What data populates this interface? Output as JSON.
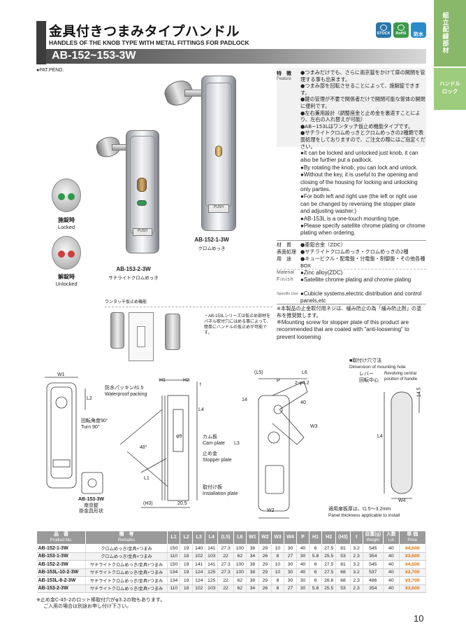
{
  "header": {
    "title_jp": "金具付きつまみタイプハンドル",
    "title_en": "HANDLES OF THE KNOB TYPE WITH METAL FITTINGS FOR PADLOCK",
    "model": "AB-152~153-3W",
    "badges": [
      "STOCK",
      "RoHS",
      "防水"
    ]
  },
  "side": {
    "category": "組立配線部材",
    "subcategory_1": "ハンドル",
    "subcategory_2": "ロック"
  },
  "patent": "●PAT.PEND.",
  "photos": {
    "locked_jp": "施錠時",
    "locked_en": "Locked",
    "unlocked_jp": "解錠時",
    "unlocked_en": "Unlocked",
    "model_a": "AB-153-2-3W",
    "model_a_finish": "サチライトクロムめっき",
    "model_b": "AB-152-1-3W",
    "model_b_finish": "クロムめっき",
    "push_text": "PUSH"
  },
  "features": {
    "label_jp": "特　徴",
    "label_en": "Feature",
    "jp": [
      "●つまみだけでも、さらに南京錠をかけて扉の開閉を管理する事も出来ます。",
      "●つまみ部を回転させることによって、施解錠できます。",
      "●鍵の管理が不要で関係者だけで開閉可能な筐体の開閉に便利です。",
      "●左右兼用設計（調整座金と止め金を裏返すことにより、左右の入れ替えが可能）",
      "●AB−153Lはワンタッチ仮止め機能タイプです。",
      "●サチライトクロムめっきとクロムめっきの2種類で表面処理をしておりますので、ご注文の際にはご指定ください。"
    ],
    "en": [
      "●It can be locked and unlocked just knob, it can also be further put a padlock.",
      "●By rotating the knob, you can lock and unlock.",
      "●Without the key, it is useful to the opening and closing of the housing for locking and unlocking only parties.",
      "●For both left and right use (the left or right use can be changed by reversing the stopper plate and adjusting washer.)",
      "●AB-153L is a one-touch mounting type.",
      "●Please specify satellite chrome plating or chrome plating when ordering."
    ]
  },
  "materials": {
    "material_label": "材　質",
    "material_jp": "●亜鉛合金（ZDC）",
    "finish_label": "表面処理",
    "finish_jp": "●サチライトクロムめっき・クロムめっきの2種",
    "use_label": "用　途",
    "use_jp": "●キュービクル・配電盤・分電盤・制御盤・その他各種BOX",
    "material_label_en": "Material",
    "material_en": "●Zinc alloy(ZDC)",
    "finish_label_en": "Finish",
    "finish_en": "●Satellite chrome plating and chrome plating",
    "use_label_en": "Specific Use",
    "use_en": "●Cubicle systems,electric distribution and control panels,etc"
  },
  "notes": {
    "screw_jp": "※本製品の止金取付用ネジは、緩み防止の為「緩み防止剤」の塗布を推奨致します。",
    "screw_en": "※Mounting screw for stopper plate of this product are recommended that are coated with \"anti-loosening\" to prevent loosening"
  },
  "onetouch": {
    "title": "ワンタッチ仮止め機能",
    "note": "・AB-153Lシリーズは仮止め部材をパネル取付穴にはめる事によって、簡単にハンドルの仮止めが可能です。"
  },
  "drawing": {
    "waterproof_jp": "防水パッキン/t1.5",
    "waterproof_en": "Waterproof packing",
    "rotation_jp": "回転角度90°",
    "rotation_en": "Turn 90°",
    "cam_jp": "カム板",
    "cam_en": "Cam plate",
    "stopper_jp": "止め金",
    "stopper_en": "Stopper plate",
    "install_jp": "取付け板",
    "install_en": "Installation plate",
    "padlock_model": "AB-153-3W",
    "padlock_jp1": "南京錠",
    "padlock_jp2": "掛金具形状",
    "angle": "48°",
    "dim_205": "20.5",
    "dim_phi42": "2-φ4.2",
    "dim_40": "40",
    "dim_14": "14",
    "dim_145": "14.5",
    "dim_phi9": "φ9",
    "mount_title_jp": "■取付け穴寸法",
    "mount_title_en": "Dimension of mounting hole",
    "lever_jp": "レバー",
    "lever_jp2": "回転中心",
    "revolving_en": "Revolving central position of handle",
    "panel_jp": "適用扉板厚は、t1.5〜3.2mm",
    "panel_en": "Panel thickness applicable to install",
    "labels": {
      "w1": "W1",
      "h1": "H1",
      "h2": "H2",
      "t": "t",
      "l2": "L2",
      "l1": "L1",
      "h3": "(H3)",
      "l5": "(L5)",
      "l6": "L6",
      "p": "P",
      "w3": "W3",
      "l3": "L3",
      "w2": "W2",
      "l4": "L4",
      "w4": "W4"
    }
  },
  "table": {
    "headers": [
      {
        "jp": "品　番",
        "en": "Product No."
      },
      {
        "jp": "備　考",
        "en": "Remarks"
      },
      {
        "jp": "L1",
        "en": ""
      },
      {
        "jp": "L2",
        "en": ""
      },
      {
        "jp": "L3",
        "en": ""
      },
      {
        "jp": "L4",
        "en": ""
      },
      {
        "jp": "(L5)",
        "en": ""
      },
      {
        "jp": "L6",
        "en": ""
      },
      {
        "jp": "W1",
        "en": ""
      },
      {
        "jp": "W2",
        "en": ""
      },
      {
        "jp": "W3",
        "en": ""
      },
      {
        "jp": "W4",
        "en": ""
      },
      {
        "jp": "P",
        "en": ""
      },
      {
        "jp": "H1",
        "en": ""
      },
      {
        "jp": "H2",
        "en": ""
      },
      {
        "jp": "(H3)",
        "en": ""
      },
      {
        "jp": "t",
        "en": ""
      },
      {
        "jp": "自重(g)",
        "en": "Weight"
      },
      {
        "jp": "入数",
        "en": "Lot"
      },
      {
        "jp": "単 価",
        "en": "Price"
      }
    ],
    "rows": [
      [
        "AB-152-1-3W",
        "クロムめっき/金具+つまみ",
        "150",
        "19",
        "140",
        "141",
        "27.3",
        "100",
        "38",
        "29",
        "10",
        "30",
        "40",
        "6",
        "27.5",
        "81",
        "3.2",
        "545",
        "40",
        "¥4,500"
      ],
      [
        "AB-153-1-3W",
        "クロムめっき/金具+つまみ",
        "110",
        "18",
        "102",
        "103",
        "22",
        "62",
        "34",
        "26",
        "8",
        "27",
        "30",
        "5.8",
        "25.5",
        "53",
        "2.3",
        "354",
        "40",
        "¥3,600"
      ],
      [
        "AB-152-2-3W",
        "サチライトクロムめっき/金具+つまみ",
        "150",
        "19",
        "141",
        "141",
        "27.3",
        "100",
        "38",
        "29",
        "10",
        "30",
        "40",
        "6",
        "27.5",
        "81",
        "3.2",
        "545",
        "40",
        "¥4,500"
      ],
      [
        "AB-153L-10-2-3W",
        "サチライトクロムめっき/金具+つまみ",
        "134",
        "19",
        "124",
        "125",
        "27.3",
        "100",
        "38",
        "29",
        "10",
        "30",
        "40",
        "6",
        "27.5",
        "68",
        "3.2",
        "537",
        "40",
        "¥3,700"
      ],
      [
        "AB-153L-8-2-3W",
        "サチライトクロムめっき/金具+つまみ",
        "134",
        "19",
        "124",
        "125",
        "22",
        "62",
        "38",
        "29",
        "8",
        "30",
        "30",
        "6",
        "26.8",
        "68",
        "2.3",
        "486",
        "40",
        "¥3,700"
      ],
      [
        "AB-153-2-3W",
        "サチライトクロムめっき/金具+つまみ",
        "110",
        "18",
        "102",
        "103",
        "22",
        "62",
        "34",
        "26",
        "8",
        "27",
        "30",
        "5.8",
        "25.5",
        "53",
        "2.3",
        "354",
        "40",
        "¥3,600"
      ]
    ]
  },
  "footnote_1": "※止め金C-45-2の口ット棒取付穴がφ3.2の物もあります。",
  "footnote_2": "ご入用の場合は別途お申し付け下さい。",
  "page_number": "10"
}
